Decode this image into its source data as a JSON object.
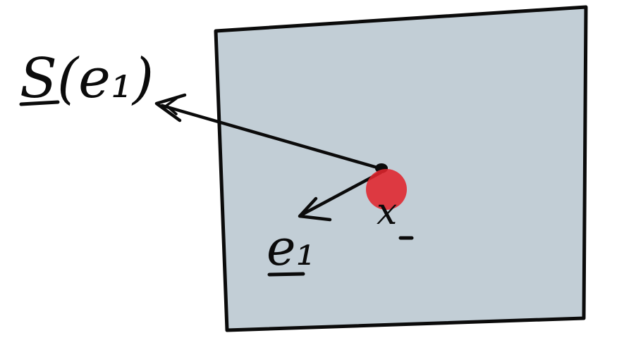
{
  "diagram": {
    "panel_fill": "#c2ced6",
    "ink_color": "#0b0b0b",
    "point_color": "#e0242c",
    "labels": {
      "traction": "S(e₁)",
      "normal": "e₁",
      "point": "x"
    }
  }
}
